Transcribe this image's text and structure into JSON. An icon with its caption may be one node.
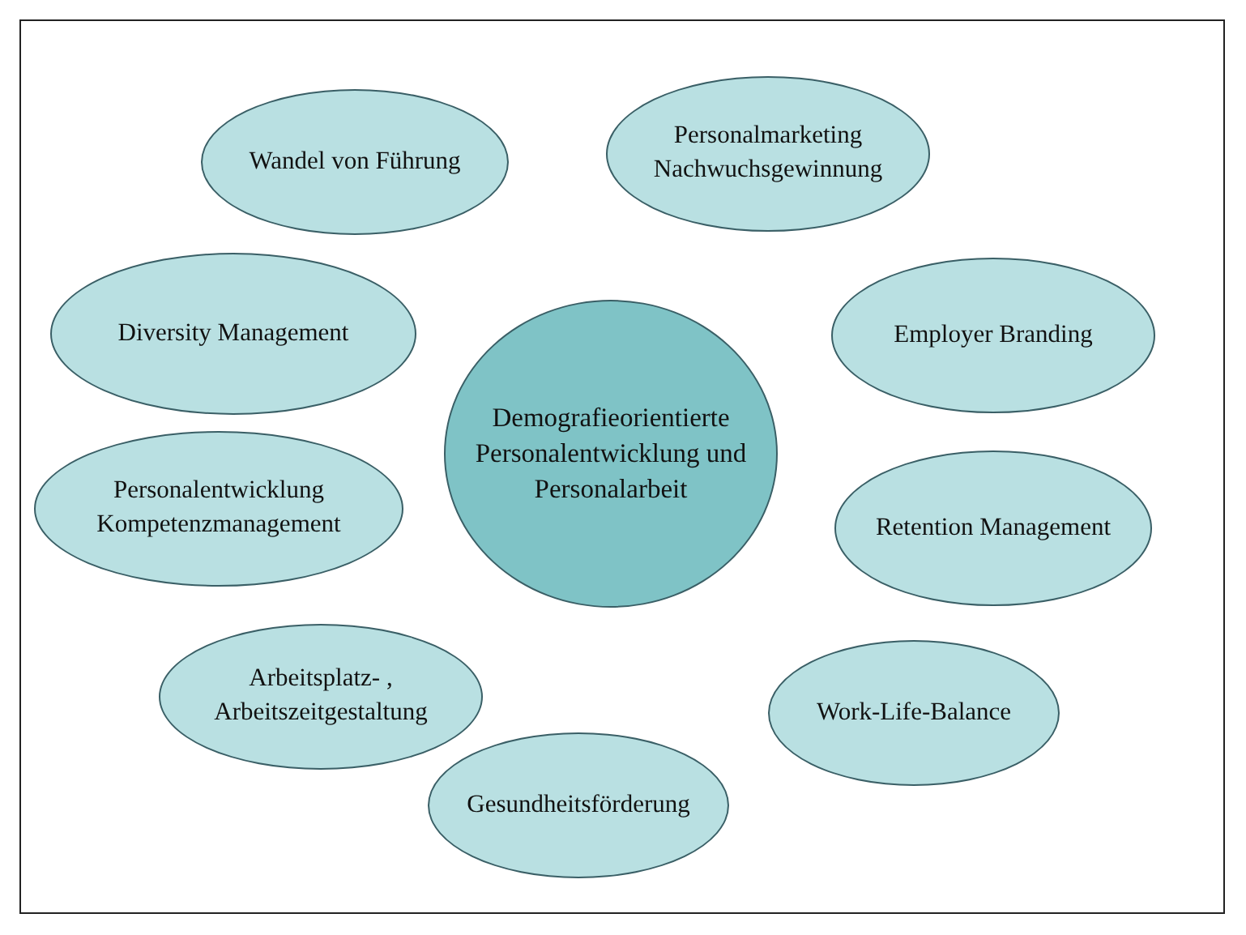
{
  "diagram": {
    "nodes": [
      {
        "text": [
          "Personalmarketing Nachwuchsgewinnung"
        ]
      },
      {
        "text": [
          "Wandel von Führung"
        ]
      },
      {
        "text": [
          "Diversity Management"
        ]
      },
      {
        "text": [
          "Employer Branding"
        ]
      },
      {
        "text": [
          "Demografieorientierte Personalentwicklung und Personalarbeit"
        ]
      },
      {
        "text": [
          "Personalentwicklung Kompetenzmanagement"
        ]
      },
      {
        "text": [
          "Retention Management"
        ]
      },
      {
        "text": [
          "Work-Life-Balance"
        ]
      },
      {
        "text": [
          "Arbeitsplatz- , Arbeitszeitgestaltung"
        ]
      },
      {
        "text": [
          "Gesundheitsförderung"
        ]
      }
    ]
  }
}
